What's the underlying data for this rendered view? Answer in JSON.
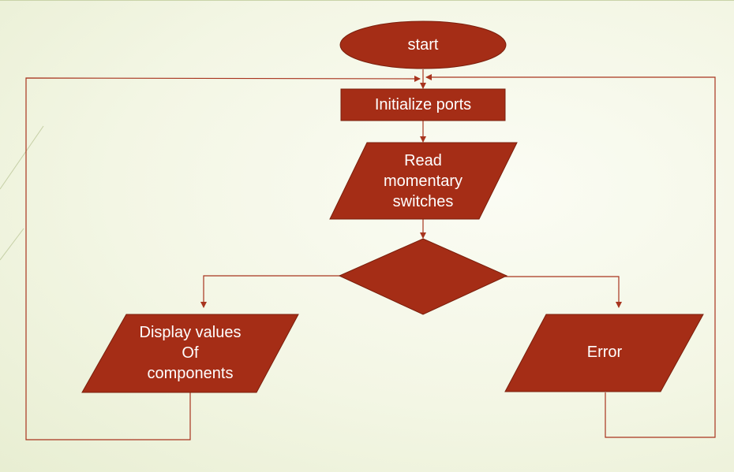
{
  "flowchart": {
    "start": "start",
    "init": "Initialize ports",
    "read": "Read\nmomentary\nswitches",
    "display": "Display values\nOf\ncomponents",
    "error": "Error"
  },
  "colors": {
    "shape_fill": "#a52d16",
    "shape_stroke": "#7a1f0c",
    "connector": "#a8341e",
    "text": "#ffffff"
  }
}
